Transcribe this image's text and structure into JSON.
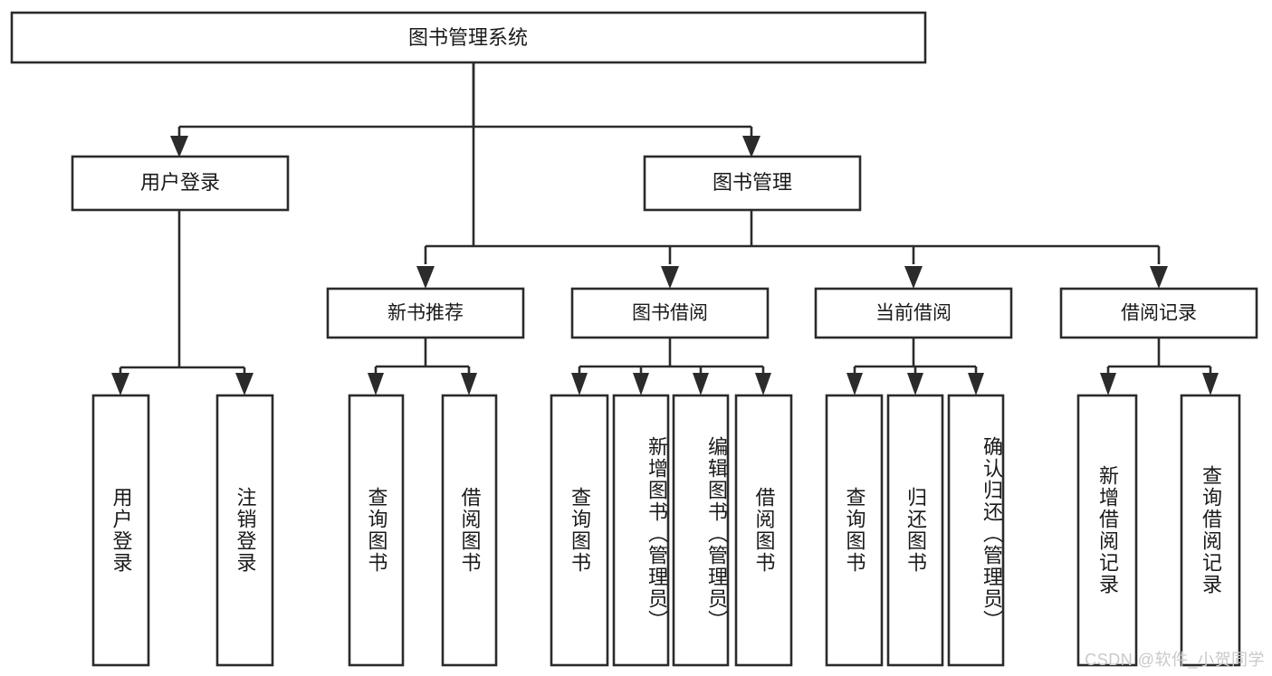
{
  "diagram": {
    "type": "tree-hierarchy",
    "title": "图书管理系统",
    "orientation": "top-down",
    "colors": {
      "box_fill": "#ffffff",
      "box_stroke": "#2b2b2b",
      "text": "#1a1a1a",
      "background": "#ffffff",
      "watermark": "#c9c9c9"
    },
    "root": {
      "label": "图书管理系统"
    },
    "level1": [
      {
        "label": "用户登录"
      },
      {
        "label": "图书管理"
      }
    ],
    "level2": [
      {
        "label": "新书推荐"
      },
      {
        "label": "图书借阅"
      },
      {
        "label": "当前借阅"
      },
      {
        "label": "借阅记录"
      }
    ],
    "leaves": {
      "user_login": [
        {
          "label": "用户登录"
        },
        {
          "label": "注销登录"
        }
      ],
      "new_book_recommend": [
        {
          "label": "查询图书"
        },
        {
          "label": "借阅图书"
        }
      ],
      "book_borrow": [
        {
          "label": "查询图书"
        },
        {
          "label": "新增图书（管理员）"
        },
        {
          "label": "编辑图书（管理员）"
        },
        {
          "label": "借阅图书"
        }
      ],
      "current_borrow": [
        {
          "label": "查询图书"
        },
        {
          "label": "归还图书"
        },
        {
          "label": "确认归还（管理员）"
        }
      ],
      "borrow_record": [
        {
          "label": "新增借阅记录"
        },
        {
          "label": "查询借阅记录"
        }
      ]
    },
    "watermark": "CSDN @软件_小贺同学"
  }
}
